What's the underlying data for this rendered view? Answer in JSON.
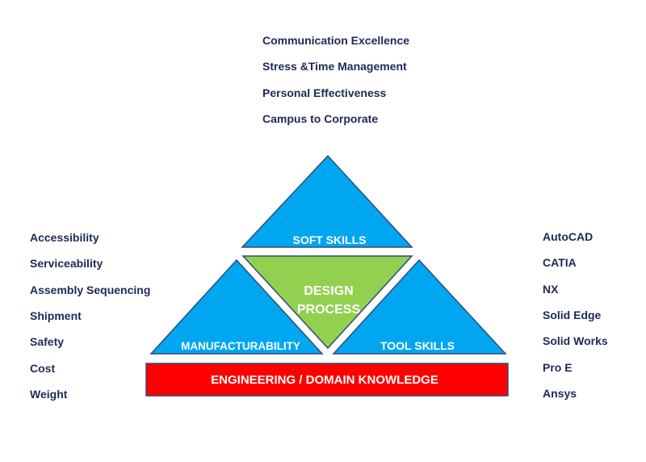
{
  "soft_skills_list": [
    "Communication Excellence",
    "Stress &Time Management",
    "Personal Effectiveness",
    "Campus to Corporate"
  ],
  "manufacturability_list": [
    "Accessibility",
    "Serviceability",
    "Assembly Sequencing",
    "Shipment",
    "Safety",
    "Cost",
    "Weight"
  ],
  "tool_skills_list": [
    "AutoCAD",
    "CATIA",
    "NX",
    "Solid Edge",
    "Solid Works",
    "Pro E",
    "Ansys"
  ],
  "pyramid": {
    "soft_skills": "SOFT SKILLS",
    "design_line1": "DESIGN",
    "design_line2": "PROCESS",
    "manufacturability": "MANUFACTURABILITY",
    "tool_skills": "TOOL SKILLS",
    "base": "ENGINEERING / DOMAIN KNOWLEDGE"
  },
  "colors": {
    "blue": "#00a6f0",
    "green": "#92d050",
    "red": "#ff0000",
    "outline": "#2f4b7c",
    "text_dark": "#1f2a55"
  }
}
